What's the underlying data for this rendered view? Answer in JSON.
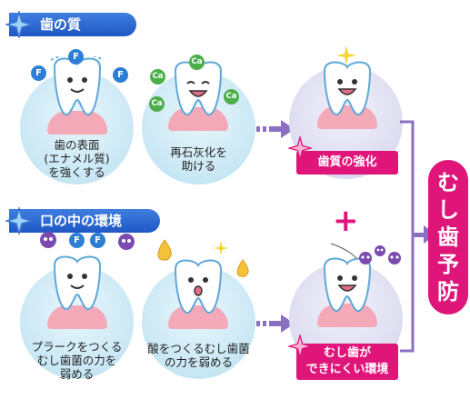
{
  "sections": {
    "enamel_header": "歯の質",
    "mouth_header": "口の中の環境"
  },
  "items": {
    "enamel_strengthen": [
      "歯の表面",
      "(エナメル質)",
      "を強くする"
    ],
    "remineralize": [
      "再石灰化を",
      "助ける"
    ],
    "plaque": [
      "プラークをつくる",
      "むし歯菌の力を",
      "弱める"
    ],
    "acid": [
      "酸をつくるむし歯菌",
      "の力を弱める"
    ]
  },
  "results": {
    "tooth_strength": "歯質の強化",
    "environment": [
      "むし歯が",
      "できにくい環境"
    ]
  },
  "plus": "+",
  "goal": [
    "む",
    "し",
    "歯",
    "予",
    "防"
  ],
  "ions": {
    "fluoride": "F",
    "calcium": "Ca"
  },
  "colors": {
    "header_blue": "#1f57c4",
    "accent_pink": "#e0157a",
    "circle_blue": "#c8e7f4",
    "circle_lavender": "#dcdcf0",
    "arrow_purple": "#8b6fc0"
  }
}
